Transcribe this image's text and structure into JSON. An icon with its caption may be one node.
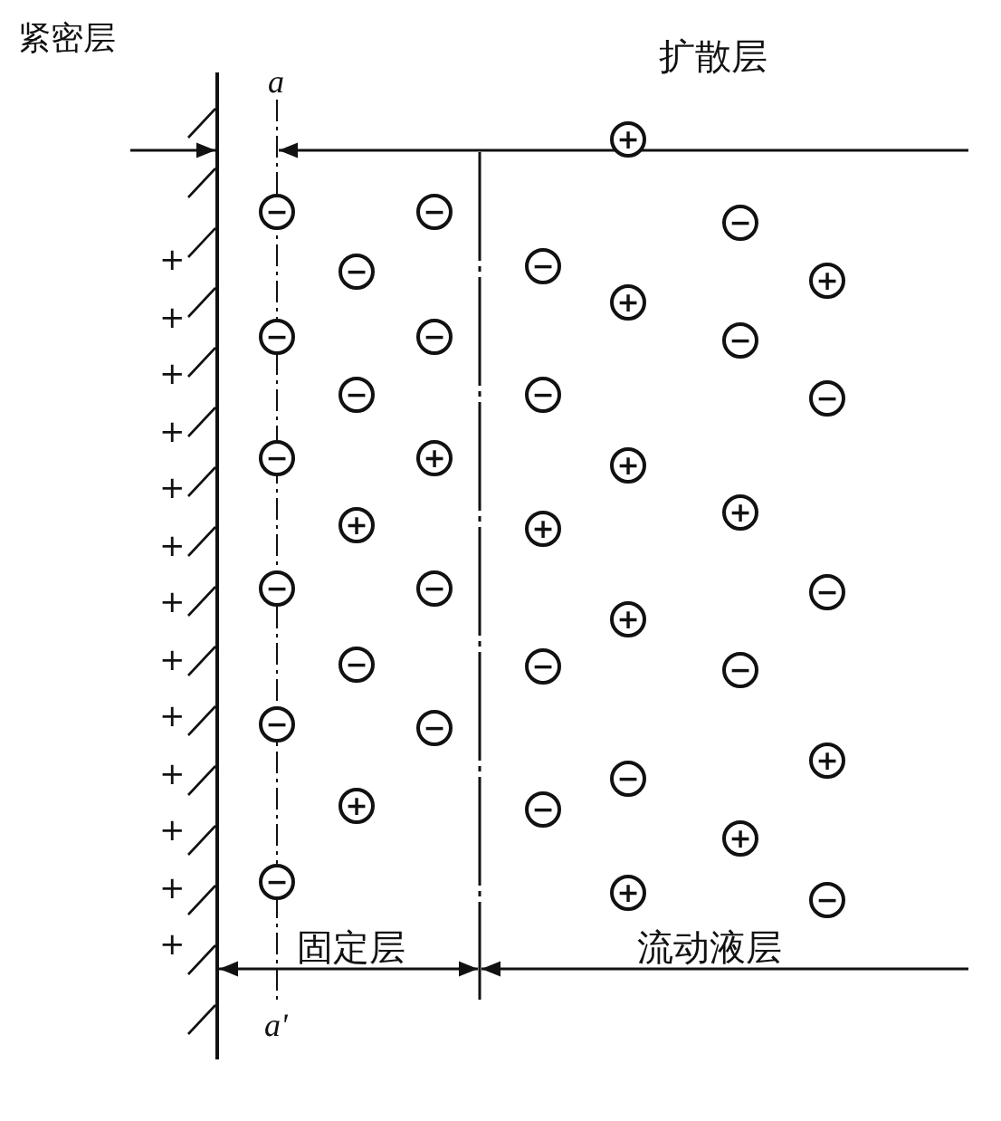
{
  "diagram": {
    "nodes": [
      {
        "text": [
          "+"
        ]
      },
      {
        "text": [
          "−"
        ]
      },
      {
        "text": [
          "−"
        ]
      },
      {
        "text": [
          "−"
        ]
      },
      {
        "text": [
          "−"
        ]
      },
      {
        "text": [
          "−"
        ]
      },
      {
        "text": [
          "+"
        ]
      },
      {
        "text": [
          "+"
        ]
      },
      {
        "text": [
          "−"
        ]
      },
      {
        "text": [
          "−"
        ]
      },
      {
        "text": [
          "−"
        ]
      },
      {
        "text": [
          "−"
        ]
      },
      {
        "text": [
          "−"
        ]
      },
      {
        "text": [
          "−"
        ]
      },
      {
        "text": [
          "−"
        ]
      },
      {
        "text": [
          "+"
        ]
      },
      {
        "text": [
          "+"
        ]
      },
      {
        "text": [
          "+"
        ]
      },
      {
        "text": [
          "+"
        ]
      },
      {
        "text": [
          "+"
        ]
      },
      {
        "text": [
          "−"
        ]
      },
      {
        "text": [
          "−"
        ]
      },
      {
        "text": [
          "−"
        ]
      },
      {
        "text": [
          "+"
        ]
      },
      {
        "text": [
          "−"
        ]
      },
      {
        "text": [
          "−"
        ]
      },
      {
        "text": [
          "−"
        ]
      },
      {
        "text": [
          "−"
        ]
      },
      {
        "text": [
          "−"
        ]
      },
      {
        "text": [
          "+"
        ]
      },
      {
        "text": [
          "−"
        ]
      },
      {
        "text": [
          "+"
        ]
      },
      {
        "text": [
          "−"
        ]
      },
      {
        "text": [
          "+"
        ]
      },
      {
        "text": [
          "−"
        ]
      },
      {
        "text": [
          "+"
        ]
      },
      {
        "text": [
          "−"
        ]
      }
    ],
    "labels": [
      "紧密层",
      "a",
      "扩散层",
      "+",
      "+",
      "+",
      "+",
      "+",
      "+",
      "+",
      "+",
      "+",
      "+",
      "+",
      "+",
      "+",
      "固定层",
      "流动液层",
      "a'"
    ]
  }
}
